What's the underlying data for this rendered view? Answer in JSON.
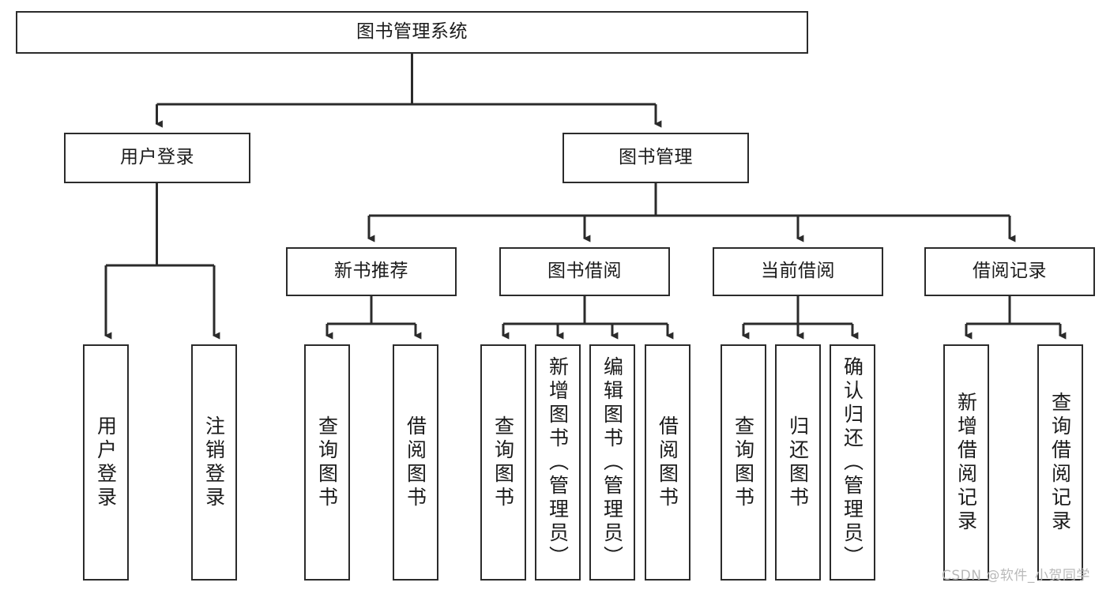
{
  "diagram": {
    "type": "tree-hierarchy-chart",
    "title": "图书管理系统",
    "colors": {
      "box_border": "#2b2b2b",
      "box_fill": "#ffffff",
      "connector": "#2b2b2b",
      "text": "#1b1b1b",
      "watermark": "#b9b9b9",
      "background": "#ffffff"
    },
    "root": {
      "label": "图书管理系统"
    },
    "level2": [
      {
        "id": "user-login",
        "label": "用户登录"
      },
      {
        "id": "book-management",
        "label": "图书管理"
      }
    ],
    "level3": [
      {
        "id": "new-book-recommend",
        "label": "新书推荐"
      },
      {
        "id": "book-borrow",
        "label": "图书借阅"
      },
      {
        "id": "current-borrow",
        "label": "当前借阅"
      },
      {
        "id": "borrow-record",
        "label": "借阅记录"
      }
    ],
    "leaves": {
      "user_login": [
        {
          "id": "leaf-user-login",
          "label": "用户登录"
        },
        {
          "id": "leaf-logout-login",
          "label": "注销登录"
        }
      ],
      "new_book_recommend": [
        {
          "id": "leaf-query-book-1",
          "label": "查询图书"
        },
        {
          "id": "leaf-borrow-book-1",
          "label": "借阅图书"
        }
      ],
      "book_borrow": [
        {
          "id": "leaf-query-book-2",
          "label": "查询图书"
        },
        {
          "id": "leaf-add-book",
          "label": "新增图书（管理员）"
        },
        {
          "id": "leaf-edit-book",
          "label": "编辑图书（管理员）"
        },
        {
          "id": "leaf-borrow-book-2",
          "label": "借阅图书"
        }
      ],
      "current_borrow": [
        {
          "id": "leaf-query-book-3",
          "label": "查询图书"
        },
        {
          "id": "leaf-return-book",
          "label": "归还图书"
        },
        {
          "id": "leaf-confirm-return",
          "label": "确认归还（管理员）"
        }
      ],
      "borrow_record": [
        {
          "id": "leaf-add-record",
          "label": "新增借阅记录"
        },
        {
          "id": "leaf-query-record",
          "label": "查询借阅记录"
        }
      ]
    }
  },
  "watermark": {
    "text": "CSDN @软件_小贺同学"
  }
}
